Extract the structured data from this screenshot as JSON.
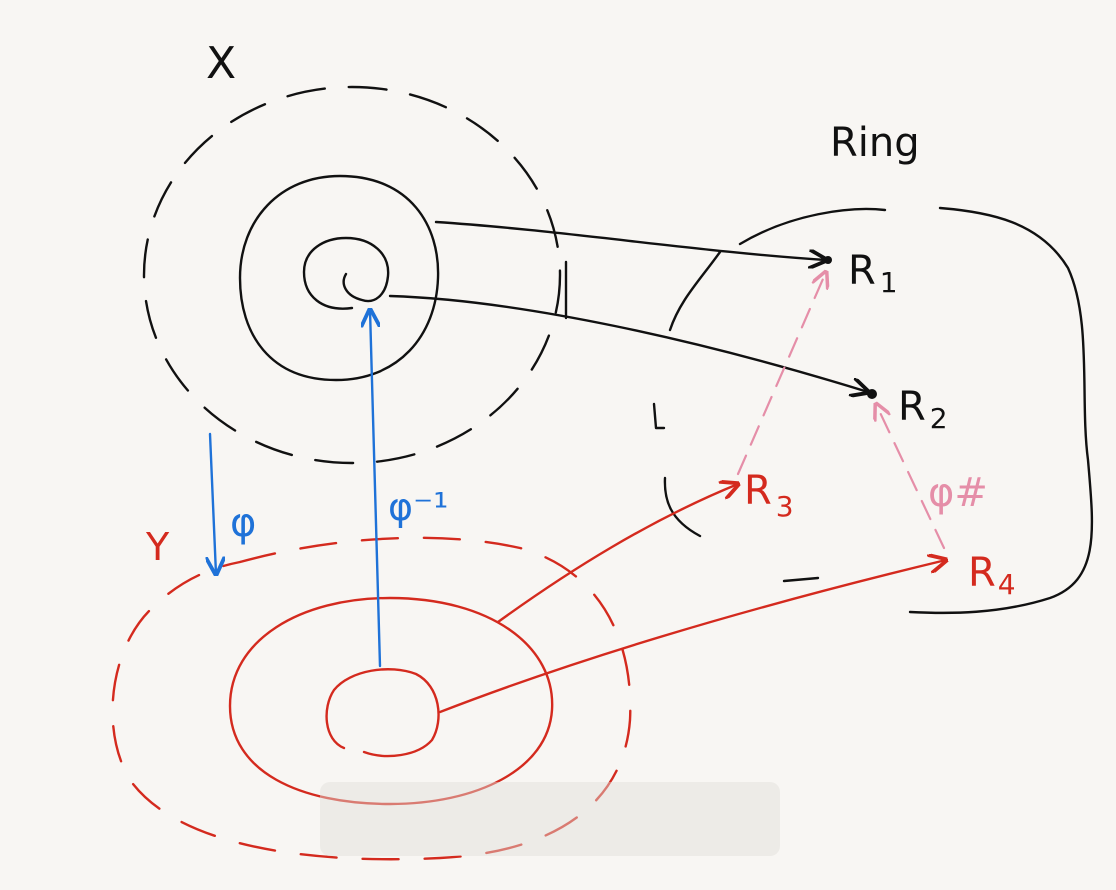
{
  "labels": {
    "space_x": "X",
    "space_y": "Y",
    "ring": "Ring",
    "r1_letter": "R",
    "r1_sub": "1",
    "r2_letter": "R",
    "r2_sub": "2",
    "r3_letter": "R",
    "r3_sub": "3",
    "r4_letter": "R",
    "r4_sub": "4",
    "phi": "φ",
    "phi_inverse": "φ⁻¹",
    "phi_sharp": "φ#"
  },
  "colors": {
    "black_ink": "#111111",
    "red_ink": "#d42a1e",
    "blue_ink": "#1f72d8",
    "pink_ink": "#e58ea8",
    "paper": "#f8f6f3"
  }
}
